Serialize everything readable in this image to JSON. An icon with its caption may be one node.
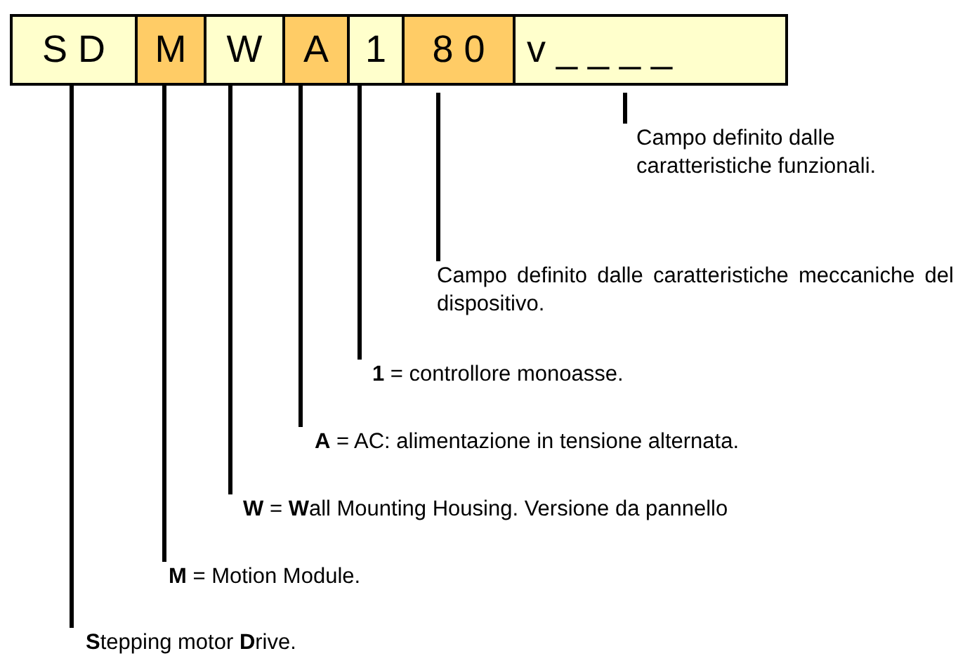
{
  "diagram": {
    "nodes": [
      {
        "text": [
          "S D"
        ]
      },
      {
        "text": [
          "M"
        ]
      },
      {
        "text": [
          "W"
        ]
      },
      {
        "text": [
          "A"
        ]
      },
      {
        "text": [
          "1"
        ]
      },
      {
        "text": [
          "8 0"
        ]
      },
      {
        "text": [
          "v _ _ _ _"
        ]
      },
      {
        "text": [
          "Campo definito dalle caratteristiche funzionali."
        ]
      },
      {
        "text": [
          "Campo definito dalle caratteristiche meccaniche del dispositivo."
        ]
      },
      {
        "text": [
          "**1** = controllore monoasse."
        ]
      },
      {
        "text": [
          "**A** = AC: alimentazione in tensione alternata."
        ]
      },
      {
        "text": [
          "**W** = **W**all Mounting Housing. Versione da pannello"
        ]
      },
      {
        "text": [
          "**M** = Motion Module."
        ]
      },
      {
        "text": [
          "**S**tepping motor **D**rive."
        ]
      }
    ],
    "edges": [
      {
        "from": 7,
        "to": 6,
        "arrow": "none"
      },
      {
        "from": 8,
        "to": 5,
        "arrow": "none"
      },
      {
        "from": 9,
        "to": 4,
        "arrow": "none"
      },
      {
        "from": 10,
        "to": 3,
        "arrow": "none"
      },
      {
        "from": 11,
        "to": 2,
        "arrow": "none"
      },
      {
        "from": 12,
        "to": 1,
        "arrow": "none"
      },
      {
        "from": 13,
        "to": 0,
        "arrow": "none"
      }
    ]
  }
}
